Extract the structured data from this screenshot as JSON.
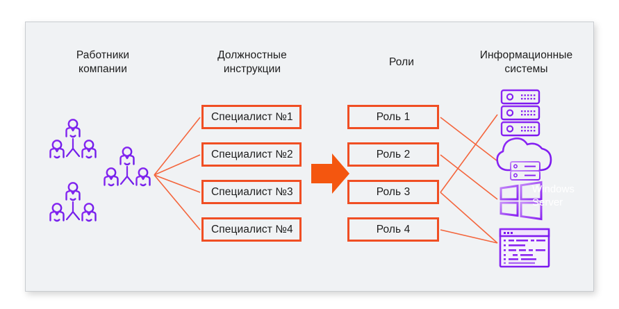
{
  "diagram": {
    "title_columns": [
      {
        "id": "employees",
        "label": "Работники\nкомпании"
      },
      {
        "id": "job_descriptions",
        "label": "Должностные\nинструкции"
      },
      {
        "id": "roles",
        "label": "Роли"
      },
      {
        "id": "information_systems",
        "label": "Информационные\nсистемы"
      }
    ],
    "employee_groups": [
      {
        "name": "people-group-icon-1"
      },
      {
        "name": "people-group-icon-2"
      },
      {
        "name": "people-group-icon-3"
      }
    ],
    "job_descriptions": [
      {
        "label": "Специалист №1"
      },
      {
        "label": "Специалист №2"
      },
      {
        "label": "Специалист №3"
      },
      {
        "label": "Специалист №4"
      }
    ],
    "roles": [
      {
        "label": "Роль 1"
      },
      {
        "label": "Роль 2"
      },
      {
        "label": "Роль 3"
      },
      {
        "label": "Роль 4"
      }
    ],
    "information_systems": [
      {
        "id": "server-rack",
        "icon": "server-rack-icon",
        "label": ""
      },
      {
        "id": "cloud",
        "icon": "cloud-server-icon",
        "label": ""
      },
      {
        "id": "windows-server",
        "icon": "windows-logo-icon",
        "label": "Windows\nServer"
      },
      {
        "id": "code-window",
        "icon": "code-window-icon",
        "label": ""
      }
    ],
    "transform_arrow": {
      "icon": "arrow-right-icon"
    },
    "colors": {
      "canvas_background": "#ffffff",
      "card_background": "#f0f2f4",
      "card_border": "#c9ccd0",
      "accent_orange": "#f04e23",
      "connector_orange": "#f4653c",
      "icon_purple_dark": "#7b1ff0",
      "icon_purple_light": "#b06bf5",
      "text_dark": "#1c1c1c",
      "text_light": "#ffffff"
    }
  }
}
